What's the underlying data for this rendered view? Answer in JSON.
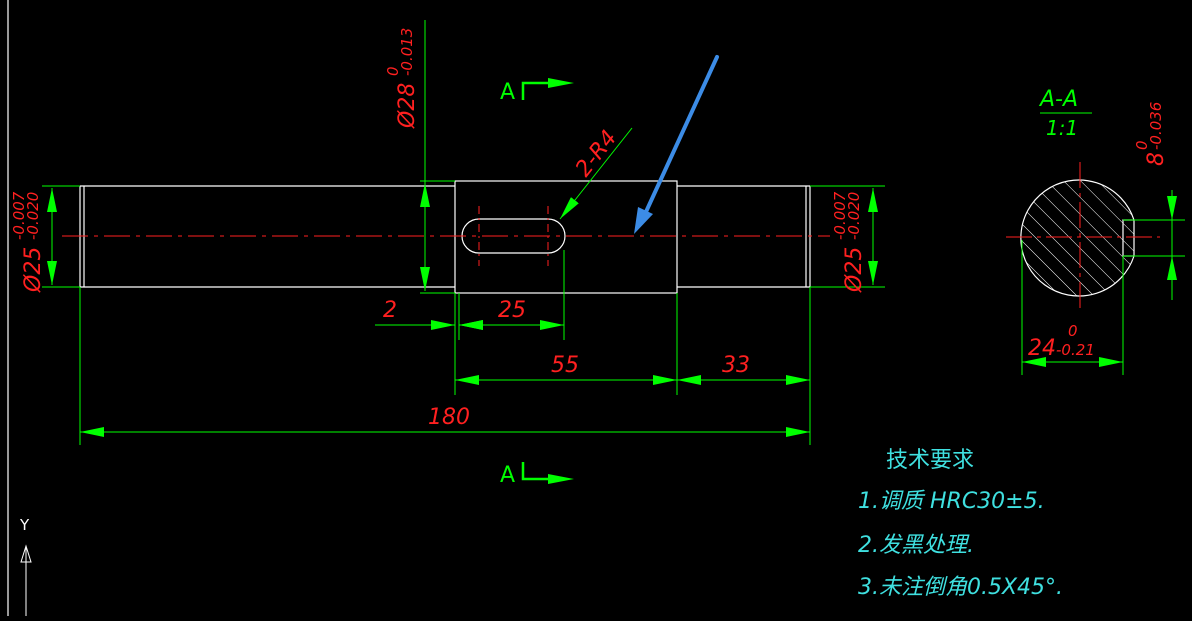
{
  "colors": {
    "background": "#000000",
    "outline": "#ffffff",
    "dimension_line": "#00ff00",
    "dimension_text": "#ff2020",
    "centerline": "#ff2020",
    "notes": "#3fe0e0",
    "pointer_arrow": "#3c8ce6"
  },
  "section_marks": {
    "top_letter": "A",
    "bottom_letter": "A"
  },
  "dimensions": {
    "left_dia": {
      "main": "Ø25",
      "upper": "-0.007",
      "lower": "-0.020"
    },
    "right_dia": {
      "main": "Ø25",
      "upper": "-0.007",
      "lower": "-0.020"
    },
    "center_dia": {
      "main": "Ø28",
      "upper": "0",
      "lower": "-0.013"
    },
    "keyway_radius": "2-R4",
    "offset_2": "2",
    "keyway_len_25": "25",
    "middle_len_55": "55",
    "right_len_33": "33",
    "total_len_180": "180"
  },
  "section_view": {
    "title": "A-A",
    "scale": "1:1",
    "key_width": {
      "main": "8",
      "upper": "0",
      "lower": "-0.036"
    },
    "depth": {
      "main": "24",
      "upper": "0",
      "lower": "-0.21"
    }
  },
  "notes": {
    "heading": "技术要求",
    "items": [
      "1.调质 HRC30±5.",
      "2.发黑处理.",
      "3.未注倒角0.5X45°."
    ]
  },
  "ucs": {
    "axis_label": "Y"
  }
}
